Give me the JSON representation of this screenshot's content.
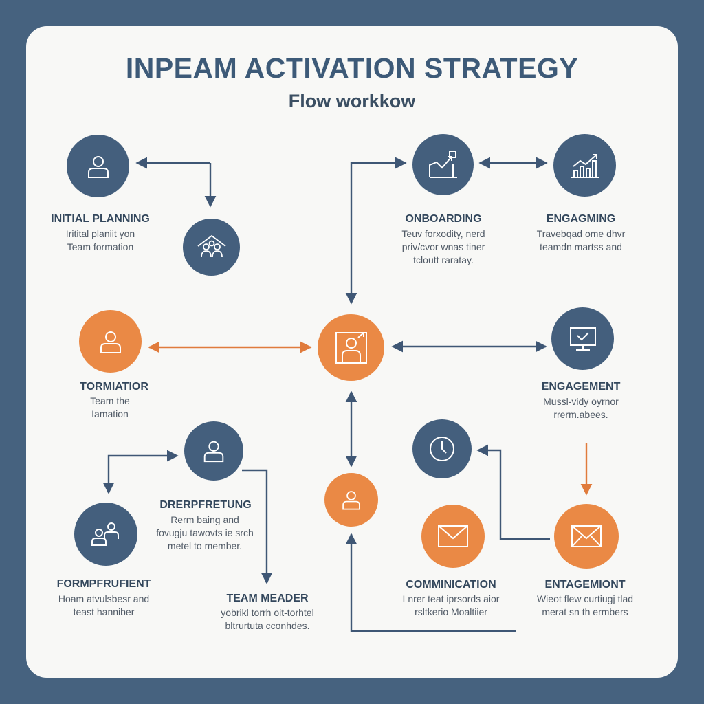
{
  "title": "INPEAM ACTIVATION STRATEGY",
  "subtitle": "Flow workkow",
  "colors": {
    "frame": "#46627f",
    "card": "#f8f8f6",
    "node_blue": "#445f7d",
    "node_orange": "#ea8945",
    "connector_blue": "#3f5775",
    "connector_orange": "#e07b3c"
  },
  "nodes": {
    "initial_planning": {
      "icon": "person-icon",
      "label": "INITIAL PLANNING",
      "desc": [
        "Iritital planiit yon",
        "Team formation"
      ]
    },
    "team_formation_icon": {
      "icon": "team-icon"
    },
    "onboarding": {
      "icon": "growth-chart-icon",
      "label": "ONBOARDING",
      "desc": [
        "Teuv forxodity, nerd",
        "priv/cvor wnas tiner",
        "tcloutt raratay."
      ]
    },
    "engagming": {
      "icon": "bar-chart-icon",
      "label": "ENGAGMING",
      "desc": [
        "Travebqad ome dhvr",
        "teamdn martss and"
      ]
    },
    "tormiatior": {
      "icon": "person-icon",
      "label": "TORMIATIOR",
      "desc": [
        "Team the",
        "Iamation"
      ]
    },
    "center": {
      "icon": "person-frame-icon"
    },
    "engagement": {
      "icon": "monitor-icon",
      "label": "ENGAGEMENT",
      "desc": [
        "Mussl-vidy oyrnor",
        "rrerm.abees."
      ]
    },
    "drerpfretung": {
      "icon": "person-icon",
      "label": "DRERPFRETUNG",
      "desc": [
        "Rerm baing and",
        "fovugju tawovts ie srch",
        "metel to member."
      ]
    },
    "formpfrufient": {
      "icon": "group-icon",
      "label": "FORMPFRUFIENT",
      "desc": [
        "Hoam atvulsbesr and",
        "teast hanniber"
      ]
    },
    "team_member_icon": {
      "icon": "person-icon"
    },
    "team_meader": {
      "label": "TEAM MEADER",
      "desc": [
        "yobrikl torrh oit-torhtel",
        "bltrurtuta cconhdes."
      ]
    },
    "clock_node": {
      "icon": "clock-icon"
    },
    "communication": {
      "icon": "mail-icon",
      "label": "COMMINICATION",
      "desc": [
        "Lnrer teat iprsords aior",
        "rsltkerio Moaltiier"
      ]
    },
    "engagemiont": {
      "icon": "mail-icon",
      "label": "ENTAGEMIONT",
      "desc": [
        "Wieot flew curtiugj tlad",
        "merat sn th ermbers"
      ]
    }
  }
}
